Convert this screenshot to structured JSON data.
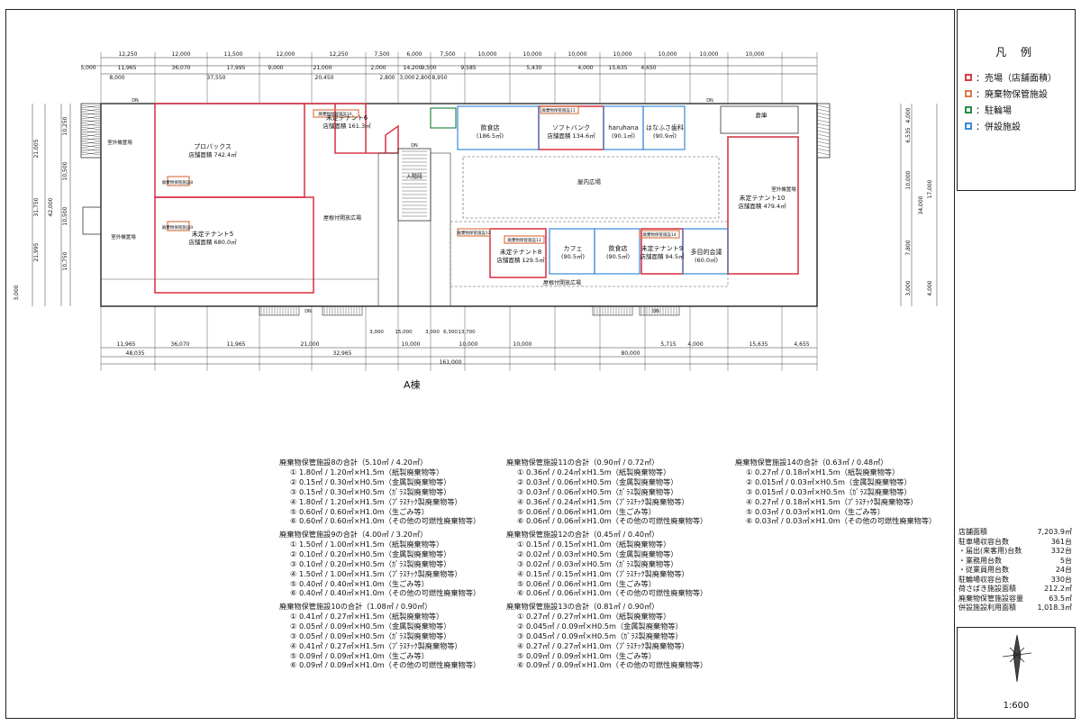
{
  "legend": {
    "title": "凡 例",
    "items": [
      {
        "label": "：売場（店舗面積）",
        "color": "#d93a4a"
      },
      {
        "label": "：廃棄物保管施設",
        "color": "#d97a4a"
      },
      {
        "label": "：駐輪場",
        "color": "#2a8a4a"
      },
      {
        "label": "：併設施設",
        "color": "#3a8ad9"
      }
    ]
  },
  "plan": {
    "caption": "A棟",
    "dims_top1": [
      "12,250",
      "12,000",
      "11,500",
      "12,000",
      "12,250",
      "7,500",
      "6,000",
      "7,500",
      "10,000",
      "10,000",
      "10,000",
      "10,000",
      "10,000",
      "10,000",
      "10,000"
    ],
    "dims_top2": [
      "5,000",
      "11,965",
      "36,070",
      "17,995",
      "9,000",
      "21,000",
      "2,000",
      "14,200",
      "9,500",
      "9,585",
      "5,430",
      "4,000",
      "15,635",
      "4,650"
    ],
    "dims_top3": [
      "8,000",
      "37,550",
      "20,450",
      "2,800",
      "3,000",
      "2,800",
      "8,950"
    ],
    "dims_bottom1": [
      "11,965",
      "36,070",
      "11,965",
      "21,000",
      "10,000",
      "10,000",
      "10,000",
      "5,715",
      "4,000",
      "15,635",
      "4,655"
    ],
    "dims_bottom2": [
      "48,035",
      "32,965",
      "80,000"
    ],
    "dims_bottom3": "161,000",
    "dims_bottom_mid": [
      "3,000",
      "15,000",
      "3,000",
      "6,300",
      "13,700"
    ],
    "dims_left": [
      "10,250",
      "10,500",
      "10,500",
      "10,750",
      "3,000",
      "21,005",
      "42,000",
      "31,750",
      "21,995"
    ],
    "dims_right": [
      "4,000",
      "6,535",
      "10,000",
      "17,000",
      "34,000",
      "7,800",
      "3,000",
      "4,000"
    ],
    "rooms": [
      {
        "id": "purobakkusu",
        "name": "プロバックス",
        "area": "店舗面積 742.4㎡"
      },
      {
        "id": "t5",
        "name": "未定テナント5",
        "area": "店舗面積 680.0㎡"
      },
      {
        "id": "t6",
        "name": "未定テナント6",
        "area": "店舗面積 161.3㎡"
      },
      {
        "id": "inshoku1",
        "name": "飲食店",
        "area": "(186.5㎡)"
      },
      {
        "id": "softbank",
        "name": "ソフトバンク",
        "area": "店舗面積 134.6㎡"
      },
      {
        "id": "haruhana",
        "name": "haruhana",
        "area": "(90.1㎡)"
      },
      {
        "id": "hanakotoba",
        "name": "はなふさ歯科",
        "area": "(90.9㎡)"
      },
      {
        "id": "souko",
        "name": "倉庫",
        "area": ""
      },
      {
        "id": "t10",
        "name": "未定テナント10",
        "area": "店舗面積 479.4㎡"
      },
      {
        "id": "t8",
        "name": "未定テナント8",
        "area": "店舗面積 129.5㎡"
      },
      {
        "id": "cafe",
        "name": "カフェ",
        "area": "(90.5㎡)"
      },
      {
        "id": "inshoku2",
        "name": "飲食店",
        "area": "(90.5㎡)"
      },
      {
        "id": "t9",
        "name": "未定テナント9",
        "area": "店舗面積 94.5㎡"
      },
      {
        "id": "shukaijo",
        "name": "多目的会議",
        "area": "(60.0㎡)"
      }
    ],
    "labels": {
      "outdoor_stairs": "室外機置場",
      "outdoor_stairs2": "室外機置場",
      "outdoor_stairs3": "室外機置場",
      "entrance": "入階段",
      "plaza": "屋内広場",
      "roof_plaza1": "屋根付開放広場",
      "roof_plaza2": "屋根付開放広場",
      "waste8": "廃棄物保管施設8",
      "waste9": "廃棄物保管施設9",
      "waste10": "廃棄物保管施設10",
      "waste11": "廃棄物保管施設11",
      "waste12": "廃棄物保管施設12",
      "waste13": "廃棄物保管施設13",
      "waste14": "廃棄物保管施設14",
      "dn": "DN"
    }
  },
  "tables": [
    {
      "title": "廃棄物保管施設8の合計（5.10㎡ / 4.20㎡）",
      "lines": [
        "① 1.80㎡ / 1.20㎡×H1.5m（紙製廃棄物等）",
        "② 0.15㎡ / 0.30㎡×H0.5m（金属製廃棄物等）",
        "③ 0.15㎡ / 0.30㎡×H0.5m（ｶﾞﾗｽ製廃棄物等）",
        "④ 1.80㎡ / 1.20㎡×H1.5m（ﾌﾟﾗｽﾁｯｸ製廃棄物等）",
        "⑤ 0.60㎡ / 0.60㎡×H1.0m（生ごみ等）",
        "⑥ 0.60㎡ / 0.60㎡×H1.0m（その他の可燃性廃棄物等）"
      ]
    },
    {
      "title": "廃棄物保管施設9の合計（4.00㎡ / 3.20㎡）",
      "lines": [
        "① 1.50㎡ / 1.00㎡×H1.5m（紙製廃棄物等）",
        "② 0.10㎡ / 0.20㎡×H0.5m（金属製廃棄物等）",
        "③ 0.10㎡ / 0.20㎡×H0.5m（ｶﾞﾗｽ製廃棄物等）",
        "④ 1.50㎡ / 1.00㎡×H1.5m（ﾌﾟﾗｽﾁｯｸ製廃棄物等）",
        "⑤ 0.40㎡ / 0.40㎡×H1.0m（生ごみ等）",
        "⑥ 0.40㎡ / 0.40㎡×H1.0m（その他の可燃性廃棄物等）"
      ]
    },
    {
      "title": "廃棄物保管施設10の合計（1.08㎡ / 0.90㎡）",
      "lines": [
        "① 0.41㎡ / 0.27㎡×H1.5m（紙製廃棄物等）",
        "② 0.05㎡ / 0.09㎡×H0.5m（金属製廃棄物等）",
        "③ 0.05㎡ / 0.09㎡×H0.5m（ｶﾞﾗｽ製廃棄物等）",
        "④ 0.41㎡ / 0.27㎡×H1.5m（ﾌﾟﾗｽﾁｯｸ製廃棄物等）",
        "⑤ 0.09㎡ / 0.09㎡×H1.0m（生ごみ等）",
        "⑥ 0.09㎡ / 0.09㎡×H1.0m（その他の可燃性廃棄物等）"
      ]
    },
    {
      "title": "廃棄物保管施設11の合計（0.90㎡ / 0.72㎡）",
      "lines": [
        "① 0.36㎡ / 0.24㎡×H1.5m（紙製廃棄物等）",
        "② 0.03㎡ / 0.06㎡×H0.5m（金属製廃棄物等）",
        "③ 0.03㎡ / 0.06㎡×H0.5m（ｶﾞﾗｽ製廃棄物等）",
        "④ 0.36㎡ / 0.24㎡×H1.5m（ﾌﾟﾗｽﾁｯｸ製廃棄物等）",
        "⑤ 0.06㎡ / 0.06㎡×H1.0m（生ごみ等）",
        "⑥ 0.06㎡ / 0.06㎡×H1.0m（その他の可燃性廃棄物等）"
      ]
    },
    {
      "title": "廃棄物保管施設12の合計（0.45㎡ / 0.40㎡）",
      "lines": [
        "① 0.15㎡ / 0.15㎡×H1.0m（紙製廃棄物等）",
        "② 0.02㎡ / 0.03㎡×H0.5m（金属製廃棄物等）",
        "③ 0.02㎡ / 0.03㎡×H0.5m（ｶﾞﾗｽ製廃棄物等）",
        "④ 0.15㎡ / 0.15㎡×H1.0m（ﾌﾟﾗｽﾁｯｸ製廃棄物等）",
        "⑤ 0.06㎡ / 0.06㎡×H1.0m（生ごみ等）",
        "⑥ 0.06㎡ / 0.06㎡×H1.0m（その他の可燃性廃棄物等）"
      ]
    },
    {
      "title": "廃棄物保管施設13の合計（0.81㎡ / 0.90㎡）",
      "lines": [
        "① 0.27㎡ / 0.27㎡×H1.0m（紙製廃棄物等）",
        "② 0.045㎡ / 0.09㎡×H0.5m（金属製廃棄物等）",
        "③ 0.045㎡ / 0.09㎡×H0.5m（ｶﾞﾗｽ製廃棄物等）",
        "④ 0.27㎡ / 0.27㎡×H1.0m（ﾌﾟﾗｽﾁｯｸ製廃棄物等）",
        "⑤ 0.09㎡ / 0.09㎡×H1.0m（生ごみ等）",
        "⑥ 0.09㎡ / 0.09㎡×H1.0m（その他の可燃性廃棄物等）"
      ]
    },
    {
      "title": "廃棄物保管施設14の合計（0.63㎡ / 0.48㎡）",
      "lines": [
        "① 0.27㎡ / 0.18㎡×H1.5m（紙製廃棄物等）",
        "② 0.015㎡ / 0.03㎡×H0.5m（金属製廃棄物等）",
        "③ 0.015㎡ / 0.03㎡×H0.5m（ｶﾞﾗｽ製廃棄物等）",
        "④ 0.27㎡ / 0.18㎡×H1.5m（ﾌﾟﾗｽﾁｯｸ製廃棄物等）",
        "⑤ 0.03㎡ / 0.03㎡×H1.0m（生ごみ等）",
        "⑥ 0.03㎡ / 0.03㎡×H1.0m（その他の可燃性廃棄物等）"
      ]
    }
  ],
  "stats": [
    {
      "label": "店舗面積",
      "value": "7,203.9㎡"
    },
    {
      "label": "駐車場収容台数",
      "value": "361台"
    },
    {
      "label": "・届出(来客用)台数",
      "value": "332台"
    },
    {
      "label": "・業務用台数",
      "value": "5台"
    },
    {
      "label": "・従業員用台数",
      "value": "24台"
    },
    {
      "label": "駐輪場収容台数",
      "value": "330台"
    },
    {
      "label": "荷さばき施設面積",
      "value": "212.2㎡"
    },
    {
      "label": "廃棄物保管施設容量",
      "value": "63.5㎡"
    },
    {
      "label": "併設施設利用面積",
      "value": "1,018.3㎡"
    }
  ],
  "scale": "1:600"
}
